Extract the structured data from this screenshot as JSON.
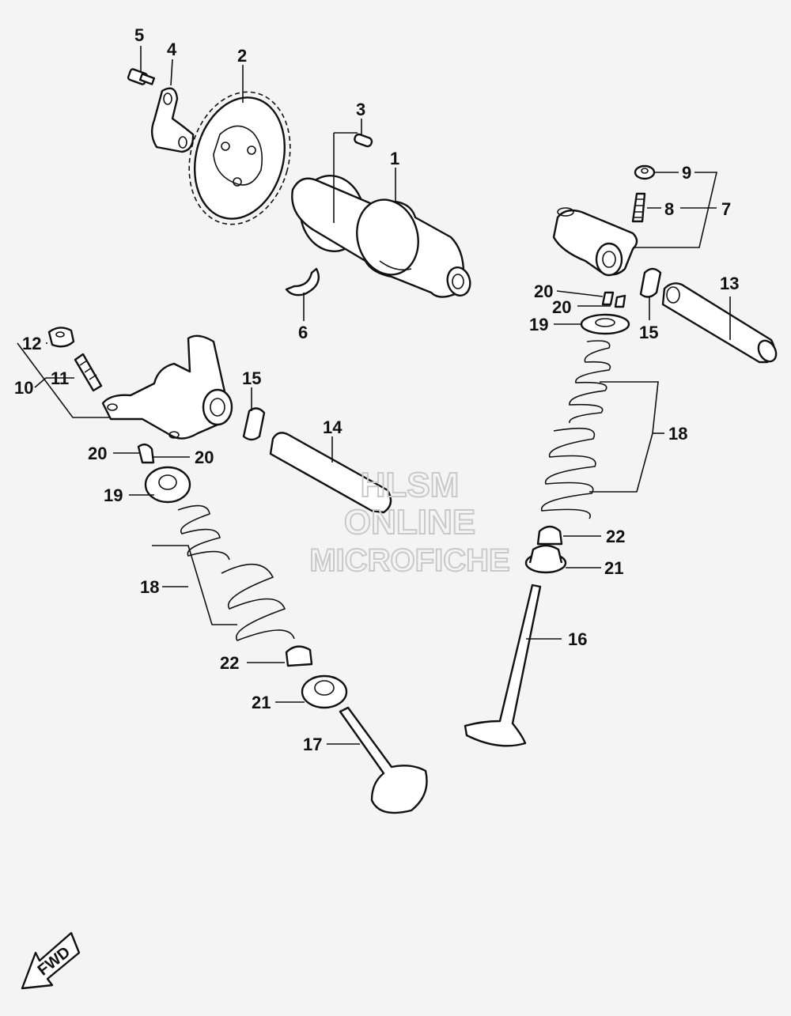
{
  "labels": {
    "l1": "1",
    "l2": "2",
    "l3": "3",
    "l4": "4",
    "l5": "5",
    "l6": "6",
    "l7": "7",
    "l8": "8",
    "l9": "9",
    "l10": "10",
    "l11": "11",
    "l12": "12",
    "l13": "13",
    "l14": "14",
    "l15a": "15",
    "l15b": "15",
    "l16": "16",
    "l17": "17",
    "l18a": "18",
    "l18b": "18",
    "l19a": "19",
    "l19b": "19",
    "l20a": "20",
    "l20b": "20",
    "l20c": "20",
    "l20d": "20",
    "l21a": "21",
    "l21b": "21",
    "l22a": "22",
    "l22b": "22"
  },
  "watermark": {
    "line1": "HLSM",
    "line2": "ONLINE",
    "line3": "MICROFICHE"
  },
  "fwd": "FWD"
}
